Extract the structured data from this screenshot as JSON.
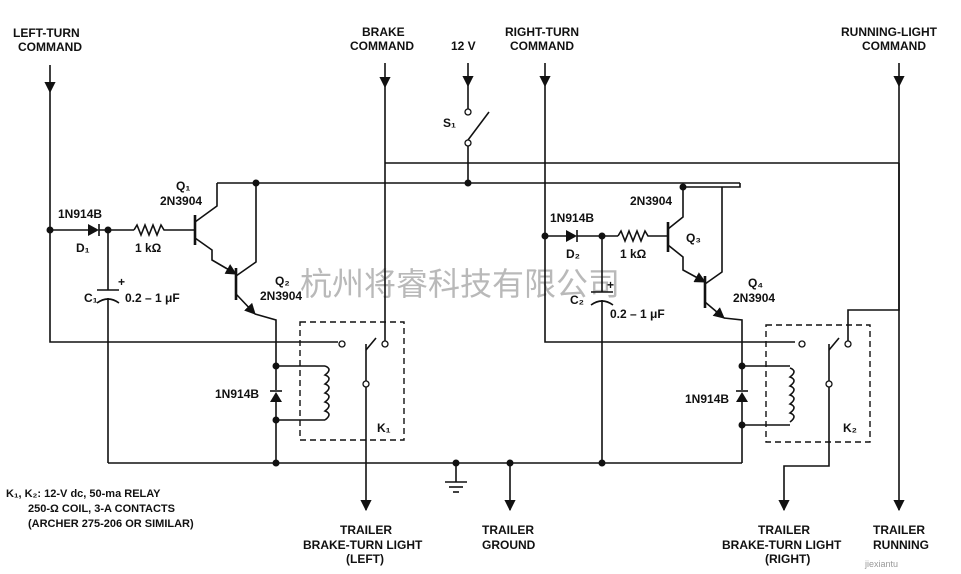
{
  "labels": {
    "left_turn_1": "LEFT-TURN",
    "left_turn_2": "COMMAND",
    "brake_1": "BRAKE",
    "brake_2": "COMMAND",
    "v12": "12 V",
    "right_turn_1": "RIGHT-TURN",
    "right_turn_2": "COMMAND",
    "running_1": "RUNNING-LIGHT",
    "running_2": "COMMAND",
    "s1": "S₁",
    "q1": "Q₁",
    "q1_part": "2N3904",
    "q2": "Q₂",
    "q2_part": "2N3904",
    "q3": "Q₃",
    "q3_part": "2N3904",
    "q4": "Q₄",
    "q4_part": "2N3904",
    "d1_part": "1N914B",
    "d1": "D₁",
    "d2_part": "1N914B",
    "d2": "D₂",
    "r1": "1 kΩ",
    "r2": "1 kΩ",
    "c1": "C₁",
    "c1_val": "0.2 – 1 μF",
    "c2": "C₂",
    "c2_val": "0.2 – 1 μF",
    "relay_diode_left": "1N914B",
    "relay_diode_right": "1N914B",
    "k1": "K₁",
    "k2": "K₂",
    "note_1": "K₁, K₂:  12-V dc, 50-ma  RELAY",
    "note_2": "250-Ω COIL, 3-A CONTACTS",
    "note_3": "(ARCHER 275-206 OR SIMILAR)",
    "out_left_1": "TRAILER",
    "out_left_2": "BRAKE-TURN LIGHT",
    "out_left_3": "(LEFT)",
    "out_ground_1": "TRAILER",
    "out_ground_2": "GROUND",
    "out_right_1": "TRAILER",
    "out_right_2": "BRAKE-TURN LIGHT",
    "out_right_3": "(RIGHT)",
    "out_running_1": "TRAILER",
    "out_running_2": "RUNNING"
  },
  "watermark": {
    "chinese": "杭州将睿科技有限公司",
    "site": "jiexiantu"
  }
}
